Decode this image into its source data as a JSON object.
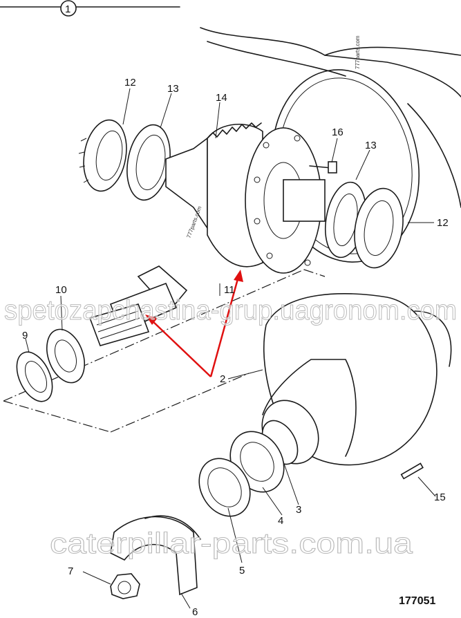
{
  "figure": {
    "sheet_marker": "1",
    "drawing_number": "177051",
    "callouts": {
      "bearing_cup_left": "12",
      "bearing_left": "13",
      "crown_wheel": "14",
      "bolt": "16",
      "bearing_right": "13",
      "bearing_cup_right": "12",
      "pinion_bearing": "10",
      "shim": "9",
      "pinion": "11",
      "housing": "2",
      "bearing_outer": "3",
      "bearing_race": "4",
      "seal": "5",
      "pin": "15",
      "nut": "7",
      "yoke": "6"
    },
    "watermarks": {
      "main": "spetozapchastina-grup.uagronom.com",
      "bottom": "caterpillar-parts.com.ua",
      "small": "777parts.com"
    },
    "colors": {
      "arrow": "#e01010"
    }
  }
}
